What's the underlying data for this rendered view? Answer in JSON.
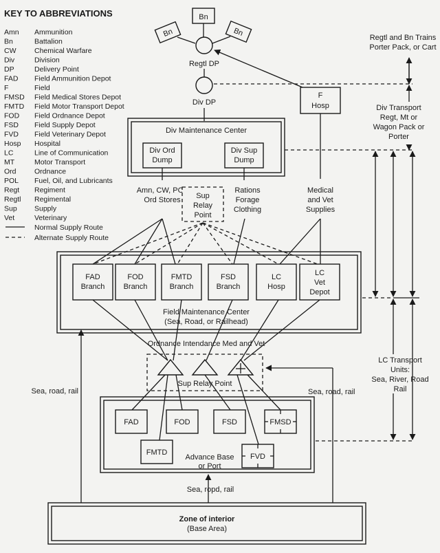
{
  "key": {
    "title": "KEY TO ABBREVIATIONS",
    "entries": [
      {
        "abbr": "Amn",
        "text": "Ammunition"
      },
      {
        "abbr": "Bn",
        "text": "Battalion"
      },
      {
        "abbr": "CW",
        "text": "Chemical Warfare"
      },
      {
        "abbr": "Div",
        "text": "Division"
      },
      {
        "abbr": "DP",
        "text": "Delivery Point"
      },
      {
        "abbr": "FAD",
        "text": "Field Ammunition Depot"
      },
      {
        "abbr": "F",
        "text": "Field"
      },
      {
        "abbr": "FMSD",
        "text": "Field Medical Stores Depot"
      },
      {
        "abbr": "FMTD",
        "text": "Field Motor Transport Depot"
      },
      {
        "abbr": "FOD",
        "text": "Field Ordnance Depot"
      },
      {
        "abbr": "FSD",
        "text": "Field Supply Depot"
      },
      {
        "abbr": "FVD",
        "text": "Field Veterinary Depot"
      },
      {
        "abbr": "Hosp",
        "text": "Hospital"
      },
      {
        "abbr": "LC",
        "text": "Line of Communication"
      },
      {
        "abbr": "MT",
        "text": "Motor Transport"
      },
      {
        "abbr": "Ord",
        "text": "Ordnance"
      },
      {
        "abbr": "POL",
        "text": "Fuel, Oil, and Lubricants"
      },
      {
        "abbr": "Regt",
        "text": "Regiment"
      },
      {
        "abbr": "Regtl",
        "text": "Regimental"
      },
      {
        "abbr": "Sup",
        "text": "Supply"
      },
      {
        "abbr": "Vet",
        "text": "Veterinary"
      }
    ],
    "normal_route": "Normal Supply Route",
    "alternate_route": "Alternate Supply Route"
  },
  "top": {
    "bn_top": "Bn",
    "bn_left": "Bn",
    "bn_right": "Bn",
    "regtl_dp": "Regtl DP",
    "div_dp": "Div DP",
    "f_hosp": [
      "F",
      "Hosp"
    ]
  },
  "div_center": {
    "title": "Div Maintenance Center",
    "ord_dump": [
      "Div Ord",
      "Dump"
    ],
    "sup_dump": [
      "Div Sup",
      "Dump"
    ]
  },
  "flows": {
    "amn": [
      "Amn, CW, POL",
      "Ord Stores"
    ],
    "rations": [
      "Rations",
      "Forage",
      "Clothing"
    ],
    "medical": [
      "Medical",
      "and Vet",
      "Supplies"
    ],
    "sup_relay_top": [
      "Sup",
      "Relay",
      "Point"
    ]
  },
  "field_center": {
    "branches": [
      [
        "FAD",
        "Branch"
      ],
      [
        "FOD",
        "Branch"
      ],
      [
        "FMTD",
        "Branch"
      ],
      [
        "FSD",
        "Branch"
      ],
      [
        "LC",
        "Hosp"
      ],
      [
        "LC",
        "Vet",
        "Depot"
      ]
    ],
    "title": [
      "Field Maintenance Center",
      "(Sea, Road, or Railhead)"
    ]
  },
  "middle": {
    "agencies": "Ordnance Intendance Med and Vet",
    "sup_relay": "Sup Relay Point",
    "sea_left": "Sea, road, rail",
    "sea_right": "Sea, road, rail",
    "sea_bottom": "Sea, ropd, rail"
  },
  "advance_base": {
    "depots": [
      "FAD",
      "FOD",
      "FSD",
      "FMSD",
      "FMTD",
      "FVD"
    ],
    "title": [
      "Advance Base",
      "or Port"
    ]
  },
  "zone": [
    "Zone of interior",
    "(Base Area)"
  ],
  "transport": {
    "regtl_bn": [
      "Regtl and Bn Trains",
      "Porter Pack, or Cart"
    ],
    "div": [
      "Div Transport",
      "Regt, Mt or",
      "Wagon Pack or",
      "Porter"
    ],
    "lc": [
      "LC Transport",
      "Units:",
      "Sea, River, Road",
      "Rail"
    ]
  }
}
